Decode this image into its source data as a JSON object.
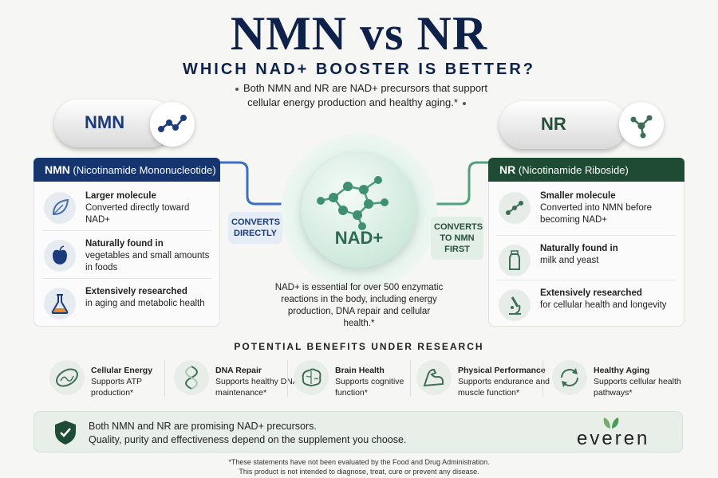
{
  "header": {
    "title": "NMN vs NR",
    "subtitle": "WHICH NAD+ BOOSTER IS BETTER?",
    "intro": "Both NMN and NR are NAD+ precursors that support cellular energy production and healthy aging.*"
  },
  "capsules": {
    "left_label": "NMN",
    "right_label": "NR"
  },
  "nmn_panel": {
    "title_abbr": "NMN",
    "title_full": "(Nicotinamide Mononucleotide)",
    "items": [
      {
        "icon": "leaf-icon",
        "bold": "Larger molecule",
        "text": "Converted directly toward NAD+"
      },
      {
        "icon": "apple-icon",
        "bold": "Naturally found in",
        "text": "vegetables and small amounts in foods"
      },
      {
        "icon": "flask-icon",
        "bold": "Extensively researched",
        "text": "in aging and metabolic health"
      }
    ]
  },
  "nr_panel": {
    "title_abbr": "NR",
    "title_full": "(Nicotinamide Riboside)",
    "items": [
      {
        "icon": "molecule-icon",
        "bold": "Smaller molecule",
        "text": "Converted into NMN before becoming NAD+"
      },
      {
        "icon": "milk-bottle-icon",
        "bold": "Naturally found in",
        "text": "milk and yeast"
      },
      {
        "icon": "microscope-icon",
        "bold": "Extensively researched",
        "text": "for cellular health and longevity"
      }
    ]
  },
  "center": {
    "nad_label": "NAD+",
    "converts_left": "CONVERTS DIRECTLY",
    "converts_right": "CONVERTS TO NMN FIRST",
    "description": "NAD+ is essential for over 500 enzymatic reactions in the body, including energy production, DNA repair and cellular health.*"
  },
  "benefits": {
    "title": "POTENTIAL BENEFITS UNDER RESEARCH",
    "items": [
      {
        "icon": "mitochondria-icon",
        "title": "Cellular Energy",
        "text": "Supports ATP production*"
      },
      {
        "icon": "dna-icon",
        "title": "DNA Repair",
        "text": "Supports healthy DNA maintenance*"
      },
      {
        "icon": "brain-icon",
        "title": "Brain Health",
        "text": "Supports cognitive function*"
      },
      {
        "icon": "muscle-arm-icon",
        "title": "Physical Performance",
        "text": "Supports endurance and muscle function*"
      },
      {
        "icon": "cycle-arrows-icon",
        "title": "Healthy Aging",
        "text": "Supports cellular health pathways*"
      }
    ]
  },
  "bottom": {
    "line1": "Both NMN and NR are promising NAD+ precursors.",
    "line2": "Quality, purity and effectiveness depend on the supplement you choose.",
    "brand": "everen"
  },
  "disclaimer": {
    "line1": "*These statements have not been evaluated by the Food and Drug Administration.",
    "line2": "This product is not intended to diagnose, treat, cure or prevent any disease."
  },
  "colors": {
    "navy": "#0e2148",
    "nmn_blue": "#16346e",
    "nr_green": "#1f4a34",
    "nad_green": "#2b6a52"
  }
}
